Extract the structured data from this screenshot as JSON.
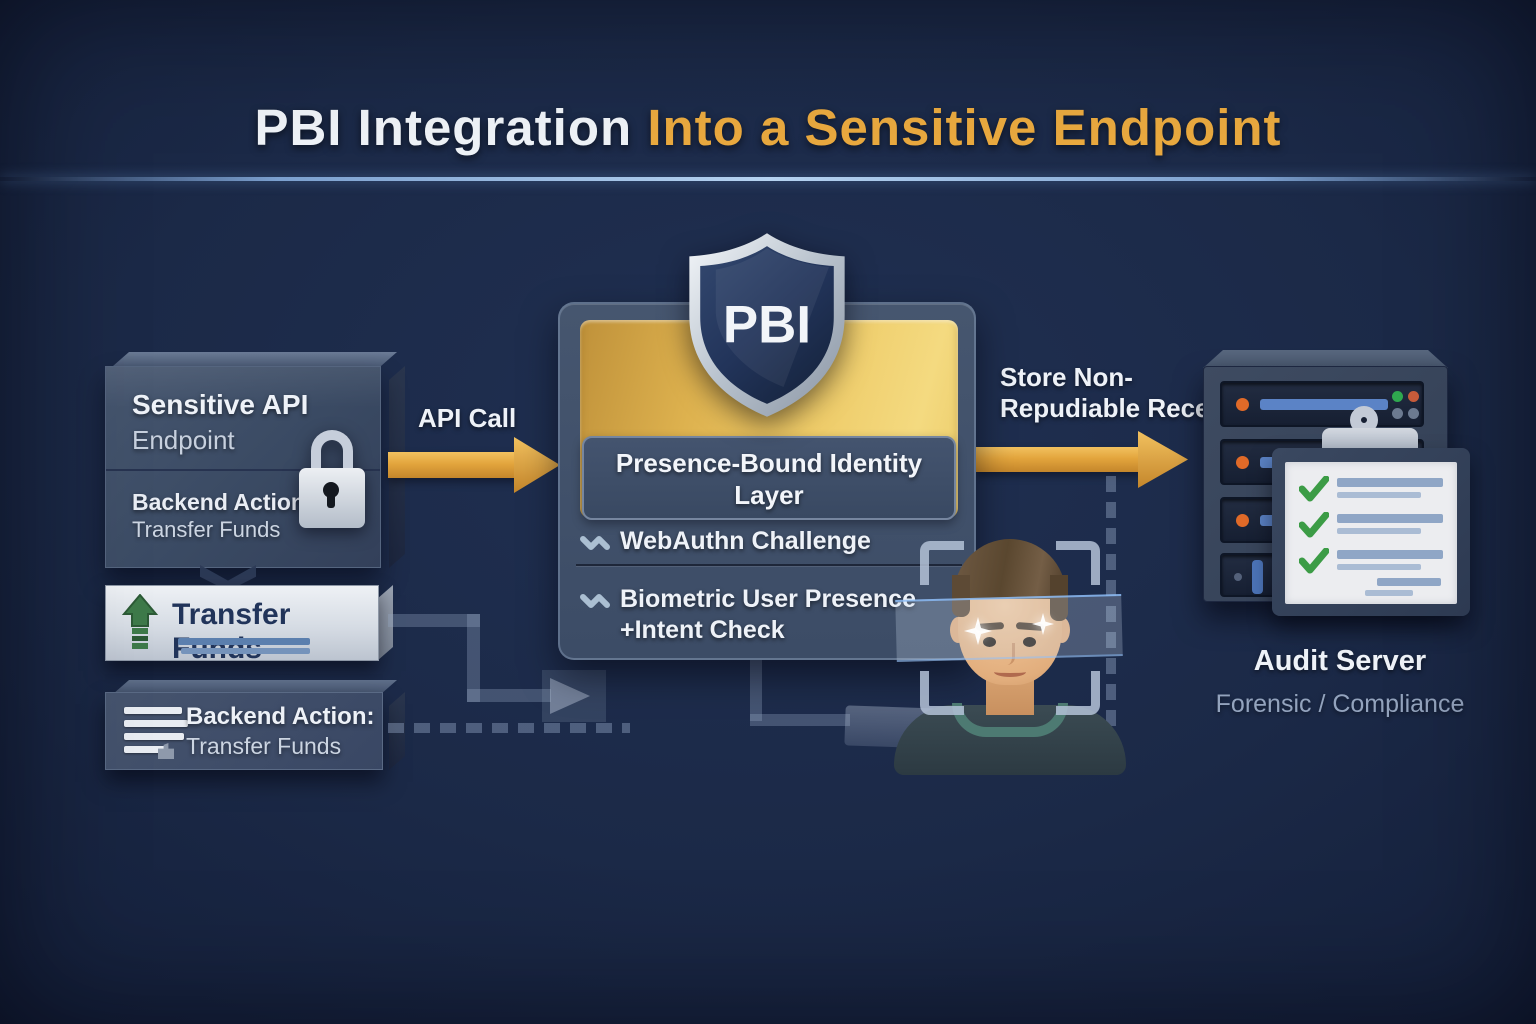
{
  "title": {
    "part_white": "PBI Integration ",
    "part_gold": "Into a Sensitive Endpoint"
  },
  "left_column": {
    "endpoint_box": {
      "title": "Sensitive API",
      "subtitle": "Endpoint",
      "action_label": "Backend Action:",
      "action_value": "Transfer Funds"
    },
    "transfer_box": {
      "label": "Transfer Funds"
    },
    "backend_box": {
      "label": "Backend Action:",
      "value": "Transfer Funds"
    }
  },
  "flow": {
    "api_call": "API Call",
    "store_receipt_line1": "Store Non-",
    "store_receipt_line2": "Repudiable Receipt"
  },
  "pbi_panel": {
    "shield_label": "PBI",
    "layer_line1": "Presence-Bound Identity",
    "layer_line2": "Layer",
    "items": [
      {
        "line1": "WebAuthn Challenge",
        "line2": ""
      },
      {
        "line1": "Biometric User Presence",
        "line2": "+Intent Check"
      }
    ]
  },
  "audit": {
    "title": "Audit Server",
    "subtitle": "Forensic / Compliance"
  },
  "colors": {
    "background": "#1B2947",
    "title_gold": "#E9A93F",
    "arrow_gold": "#E3A53D",
    "panel_slate": "#46566F",
    "gold_panel": "#EECB68",
    "shield_navy": "#24365B",
    "check_green": "#3C9C46",
    "led_orange": "#E06A28",
    "led_green": "#2FA84F",
    "led_red": "#C75B3A",
    "bar_blue": "#5B83C6"
  }
}
